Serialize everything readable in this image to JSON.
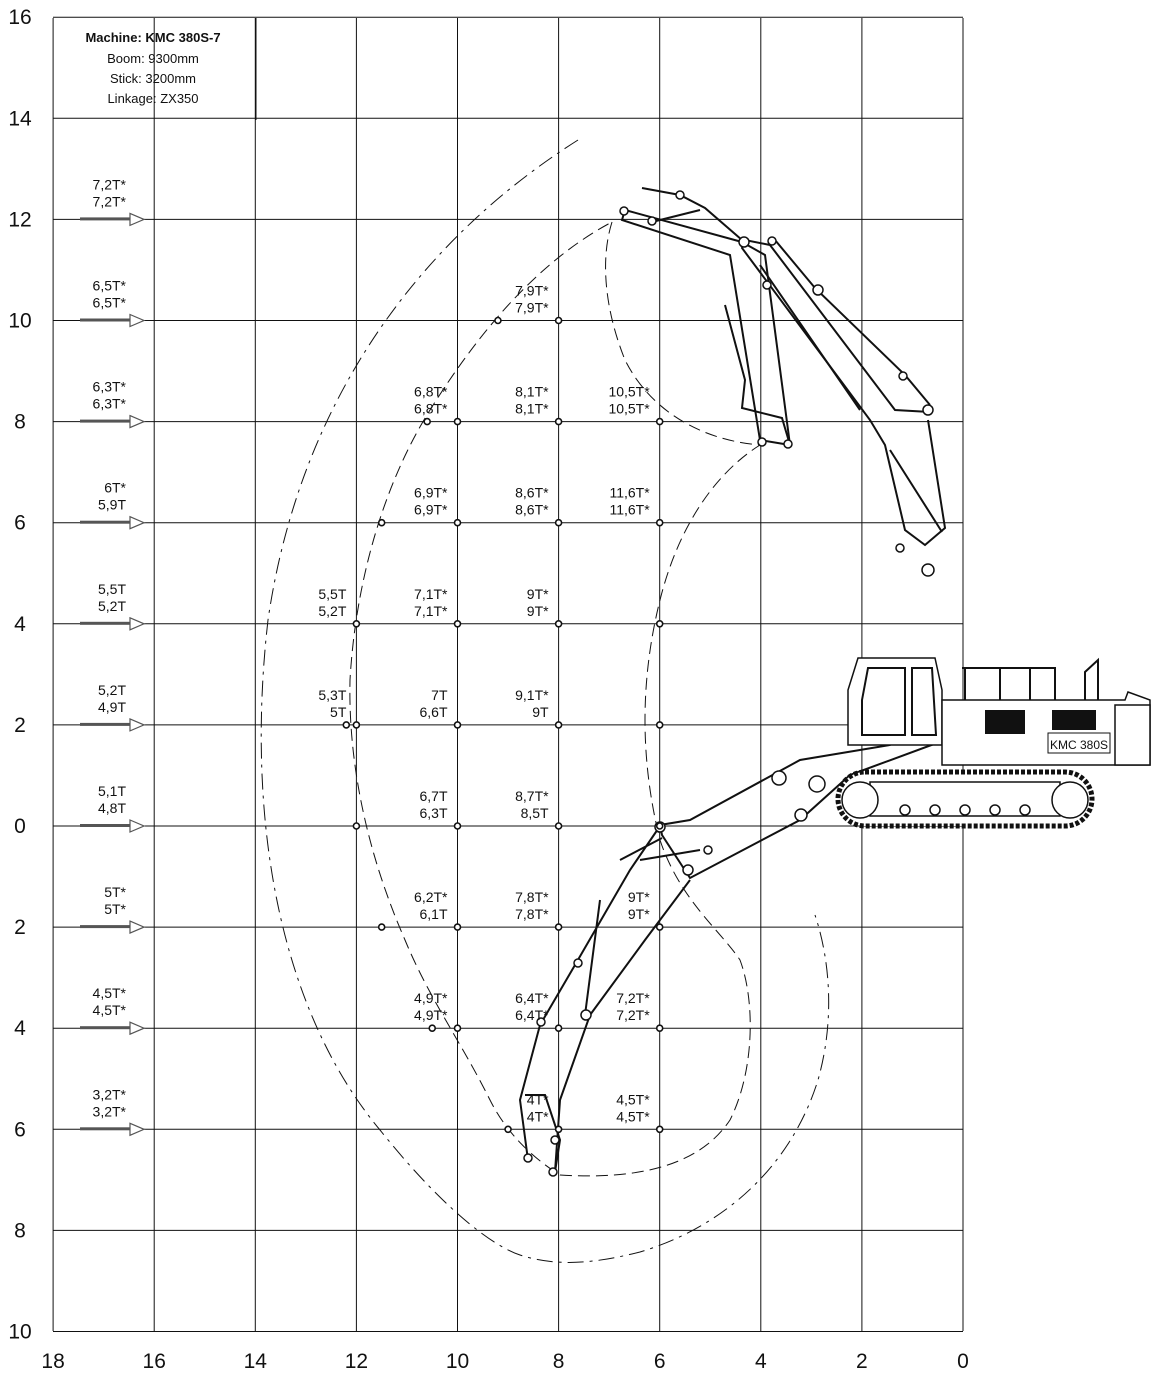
{
  "info": {
    "machine": "Machine: KMC 380S-7",
    "boom": "Boom: 9300mm",
    "stick": "Stick: 3200mm",
    "linkage": "Linkage: ZX350"
  },
  "body_label": "KMC 380S",
  "axes": {
    "x_ticks": [
      "18",
      "16",
      "14",
      "12",
      "10",
      "8",
      "6",
      "4",
      "2",
      "0"
    ],
    "y_ticks": [
      "16",
      "14",
      "12",
      "10",
      "8",
      "6",
      "4",
      "2",
      "0",
      "2",
      "4",
      "6",
      "8",
      "10"
    ]
  },
  "max_reach_capacities": [
    {
      "height": 12,
      "front": "7,2T*",
      "side": "7,2T*"
    },
    {
      "height": 10,
      "front": "6,5T*",
      "side": "6,5T*"
    },
    {
      "height": 8,
      "front": "6,3T*",
      "side": "6,3T*"
    },
    {
      "height": 6,
      "front": "6T*",
      "side": "5,9T"
    },
    {
      "height": 4,
      "front": "5,5T",
      "side": "5,2T"
    },
    {
      "height": 2,
      "front": "5,2T",
      "side": "4,9T"
    },
    {
      "height": 0,
      "front": "5,1T",
      "side": "4,8T"
    },
    {
      "height": -2,
      "front": "5T*",
      "side": "5T*"
    },
    {
      "height": -4,
      "front": "4,5T*",
      "side": "4,5T*"
    },
    {
      "height": -6,
      "front": "3,2T*",
      "side": "3,2T*"
    }
  ],
  "capacities": [
    {
      "radius": 8,
      "height": 10,
      "front": "7,9T*",
      "side": "7,9T*"
    },
    {
      "radius": 10,
      "height": 8,
      "front": "6,8T*",
      "side": "6,8T*"
    },
    {
      "radius": 8,
      "height": 8,
      "front": "8,1T*",
      "side": "8,1T*"
    },
    {
      "radius": 6,
      "height": 8,
      "front": "10,5T*",
      "side": "10,5T*"
    },
    {
      "radius": 10,
      "height": 6,
      "front": "6,9T*",
      "side": "6,9T*"
    },
    {
      "radius": 8,
      "height": 6,
      "front": "8,6T*",
      "side": "8,6T*"
    },
    {
      "radius": 6,
      "height": 6,
      "front": "11,6T*",
      "side": "11,6T*"
    },
    {
      "radius": 12,
      "height": 4,
      "front": "5,5T",
      "side": "5,2T"
    },
    {
      "radius": 10,
      "height": 4,
      "front": "7,1T*",
      "side": "7,1T*"
    },
    {
      "radius": 8,
      "height": 4,
      "front": "9T*",
      "side": "9T*"
    },
    {
      "radius": 12,
      "height": 2,
      "front": "5,3T",
      "side": "5T"
    },
    {
      "radius": 10,
      "height": 2,
      "front": "7T",
      "side": "6,6T"
    },
    {
      "radius": 8,
      "height": 2,
      "front": "9,1T*",
      "side": "9T"
    },
    {
      "radius": 10,
      "height": 0,
      "front": "6,7T",
      "side": "6,3T"
    },
    {
      "radius": 8,
      "height": 0,
      "front": "8,7T*",
      "side": "8,5T"
    },
    {
      "radius": 10,
      "height": -2,
      "front": "6,2T*",
      "side": "6,1T"
    },
    {
      "radius": 8,
      "height": -2,
      "front": "7,8T*",
      "side": "7,8T*"
    },
    {
      "radius": 6,
      "height": -2,
      "front": "9T*",
      "side": "9T*"
    },
    {
      "radius": 10,
      "height": -4,
      "front": "4,9T*",
      "side": "4,9T*"
    },
    {
      "radius": 8,
      "height": -4,
      "front": "6,4T*",
      "side": "6,4T*"
    },
    {
      "radius": 6,
      "height": -4,
      "front": "7,2T*",
      "side": "7,2T*"
    },
    {
      "radius": 8,
      "height": -6,
      "front": "4T*",
      "side": "4T*"
    },
    {
      "radius": 6,
      "height": -6,
      "front": "4,5T*",
      "side": "4,5T*"
    }
  ],
  "grid_points": [
    [
      8,
      10
    ],
    [
      10.6,
      8
    ],
    [
      10,
      8
    ],
    [
      8,
      8
    ],
    [
      6,
      8
    ],
    [
      11.5,
      6
    ],
    [
      10,
      6
    ],
    [
      8,
      6
    ],
    [
      6,
      6
    ],
    [
      12,
      4
    ],
    [
      10,
      4
    ],
    [
      8,
      4
    ],
    [
      6,
      4
    ],
    [
      12.2,
      2
    ],
    [
      12,
      2
    ],
    [
      10,
      2
    ],
    [
      8,
      2
    ],
    [
      6,
      2
    ],
    [
      12,
      0
    ],
    [
      10,
      0
    ],
    [
      8,
      0
    ],
    [
      6,
      0
    ],
    [
      11.5,
      -2
    ],
    [
      10,
      -2
    ],
    [
      8,
      -2
    ],
    [
      6,
      -2
    ],
    [
      10.5,
      -4
    ],
    [
      10,
      -4
    ],
    [
      8,
      -4
    ],
    [
      6,
      -4
    ],
    [
      9,
      -6
    ],
    [
      8,
      -6
    ],
    [
      6,
      -6
    ],
    [
      9.2,
      10
    ]
  ]
}
